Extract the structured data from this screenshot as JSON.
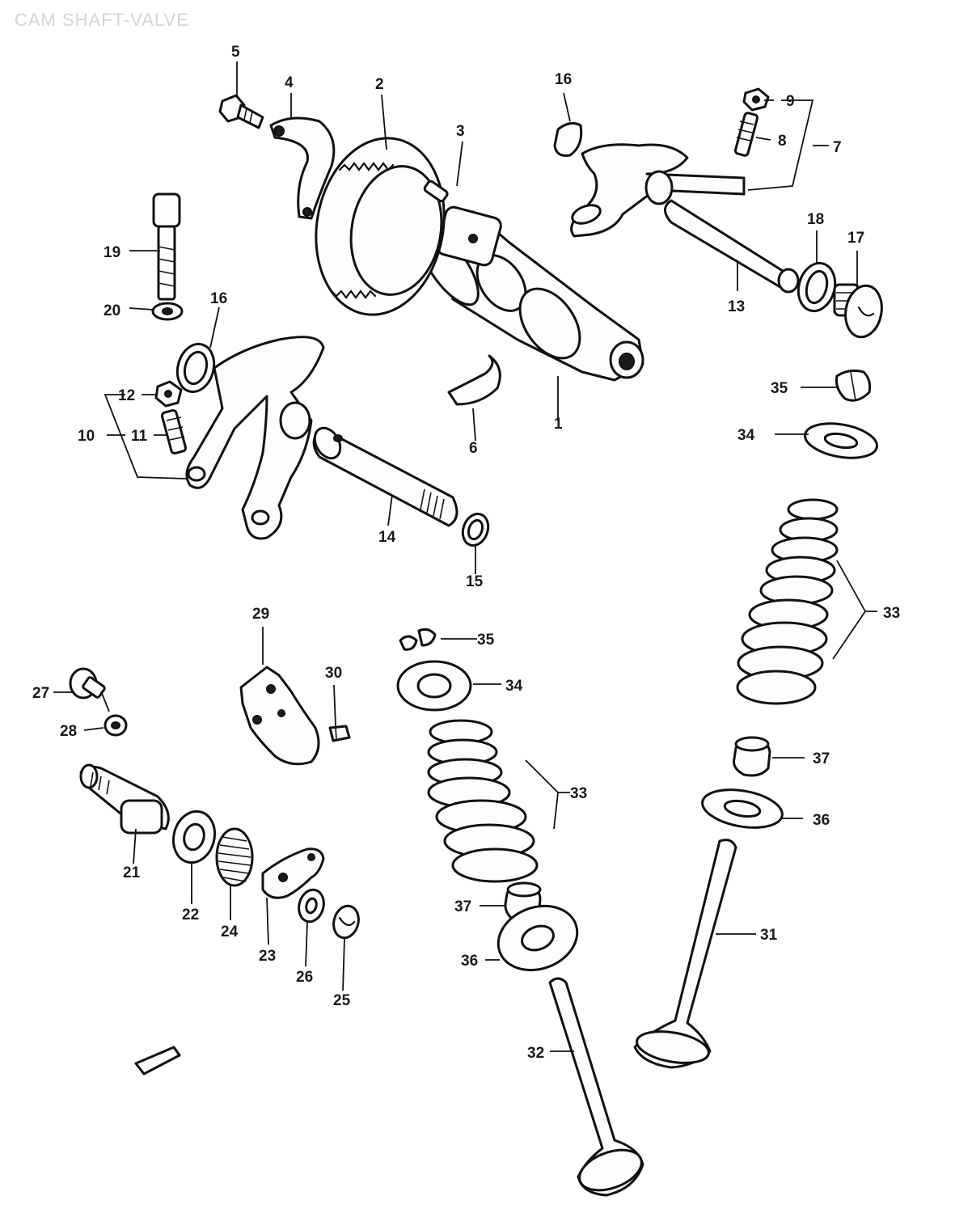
{
  "title": "CAM SHAFT-VALVE",
  "callouts": {
    "p1": "1",
    "p2": "2",
    "p3": "3",
    "p4": "4",
    "p5": "5",
    "p6": "6",
    "p7": "7",
    "p8": "8",
    "p9": "9",
    "p10": "10",
    "p11": "11",
    "p12": "12",
    "p13": "13",
    "p14": "14",
    "p15": "15",
    "p16a": "16",
    "p16b": "16",
    "p17": "17",
    "p18": "18",
    "p19": "19",
    "p20": "20",
    "p21": "21",
    "p22": "22",
    "p23": "23",
    "p24": "24",
    "p25": "25",
    "p26": "26",
    "p27": "27",
    "p28": "28",
    "p29": "29",
    "p30": "30",
    "p31": "31",
    "p32": "32",
    "p33a": "33",
    "p33b": "33",
    "p34a": "34",
    "p34b": "34",
    "p35a": "35",
    "p35b": "35",
    "p36a": "36",
    "p36b": "36",
    "p37a": "37",
    "p37b": "37"
  }
}
